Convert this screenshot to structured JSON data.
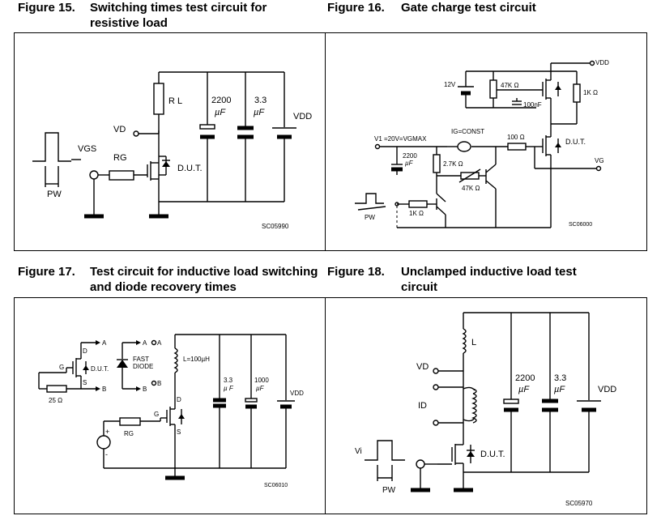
{
  "fig15": {
    "number": "Figure 15.",
    "title": "Switching times test circuit for resistive load",
    "labels": {
      "rl": "R L",
      "c1_value": "2200",
      "c1_unit": "µF",
      "c2_value": "3.3",
      "c2_unit": "µF",
      "vdd": "VDD",
      "vd": "VD",
      "vgs": "VGS",
      "rg": "RG",
      "dut": "D.U.T.",
      "pw": "PW",
      "code": "SC05990"
    }
  },
  "fig16": {
    "number": "Figure 16.",
    "title": "Gate charge test circuit",
    "labels": {
      "vdd": "VDD",
      "v12": "12V",
      "r47k_top": "47K Ω",
      "r1k": "1K Ω",
      "c100n": "100nF",
      "ig": "IG=CONST",
      "v1": "V1 =20V=VGMAX",
      "r100": "100 Ω",
      "dut": "D.U.T.",
      "c2200": "2200",
      "c2200_unit": "µF",
      "r27k": "2.7K Ω",
      "r47k": "47K Ω",
      "vg": "VG",
      "r1k_b": "1K Ω",
      "pw": "PW",
      "code": "SC06000"
    }
  },
  "fig17": {
    "number": "Figure 17.",
    "title": "Test circuit for inductive load switching and diode recovery times",
    "labels": {
      "a1": "A",
      "a2": "A",
      "a3": "A",
      "b1": "B",
      "b2": "B",
      "b3": "B",
      "d1": "D",
      "g1": "G",
      "s1": "S",
      "dut": "D.U.T.",
      "fast": "FAST",
      "diode": "DIODE",
      "inductor": "L=100µH",
      "r25": "25 Ω",
      "c1_value": "3.3",
      "c1_unit": "µ F",
      "c2_value": "1000",
      "c2_unit": "µF",
      "vdd": "VDD",
      "d2": "D",
      "g2": "G",
      "s2": "S",
      "rg": "RG",
      "plus": "+",
      "minus": "-",
      "code": "SC06010"
    }
  },
  "fig18": {
    "number": "Figure 18.",
    "title": "Unclamped inductive load test circuit",
    "labels": {
      "l": "L",
      "vd": "VD",
      "id": "ID",
      "c1_value": "2200",
      "c1_unit": "µF",
      "c2_value": "3.3",
      "c2_unit": "µF",
      "vdd": "VDD",
      "vi": "Vi",
      "dut": "D.U.T.",
      "pw": "PW",
      "code": "SC05970"
    }
  }
}
